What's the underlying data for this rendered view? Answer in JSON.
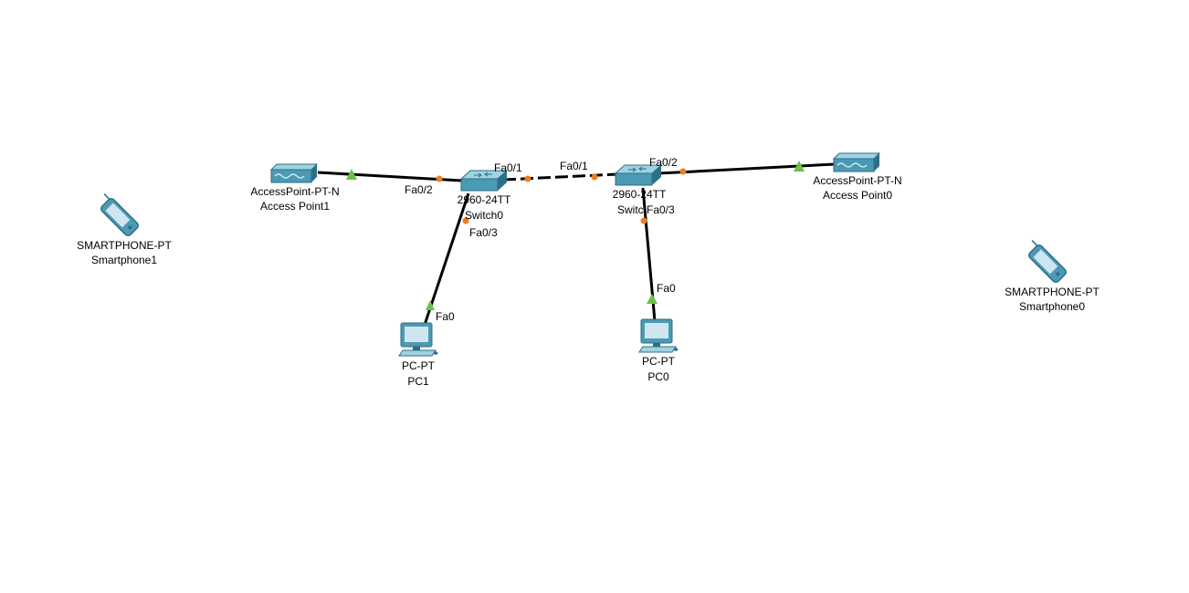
{
  "colors": {
    "link": "#000000",
    "port_down": "#f07d1a",
    "port_up": "#6cc04a",
    "device_body": "#4b9ab4",
    "device_dark": "#2e6f86",
    "device_light": "#9fd3e2",
    "screen": "#cfe6f0"
  },
  "devices": [
    {
      "id": "smartphone1",
      "icon": "smartphone-icon",
      "model": "SMARTPHONE-PT",
      "name": "Smartphone1"
    },
    {
      "id": "ap1",
      "icon": "access-point-icon",
      "model": "AccessPoint-PT-N",
      "name": "Access Point1"
    },
    {
      "id": "switch0",
      "icon": "switch-icon",
      "model": "2960-24TT",
      "name": "Switch0"
    },
    {
      "id": "switch1",
      "icon": "switch-icon",
      "model": "2960-24TT",
      "name": "Switch1"
    },
    {
      "id": "ap0",
      "icon": "access-point-icon",
      "model": "AccessPoint-PT-N",
      "name": "Access Point0"
    },
    {
      "id": "smartphone0",
      "icon": "smartphone-icon",
      "model": "SMARTPHONE-PT",
      "name": "Smartphone0"
    },
    {
      "id": "pc1",
      "icon": "pc-icon",
      "model": "PC-PT",
      "name": "PC1"
    },
    {
      "id": "pc0",
      "icon": "pc-icon",
      "model": "PC-PT",
      "name": "PC0"
    }
  ],
  "links": [
    {
      "id": "ap1-switch0",
      "from_port": "",
      "to_port": "Fa0/2",
      "style": "straight"
    },
    {
      "id": "switch0-switch1",
      "from_port": "Fa0/1",
      "to_port": "Fa0/1",
      "style": "crossover"
    },
    {
      "id": "switch1-ap0",
      "from_port": "Fa0/2",
      "to_port": "",
      "style": "straight"
    },
    {
      "id": "switch0-pc1",
      "from_port": "Fa0/3",
      "to_port": "Fa0",
      "style": "straight"
    },
    {
      "id": "switch1-pc0",
      "from_port": "Fa0/3",
      "to_port": "Fa0",
      "style": "straight"
    }
  ]
}
